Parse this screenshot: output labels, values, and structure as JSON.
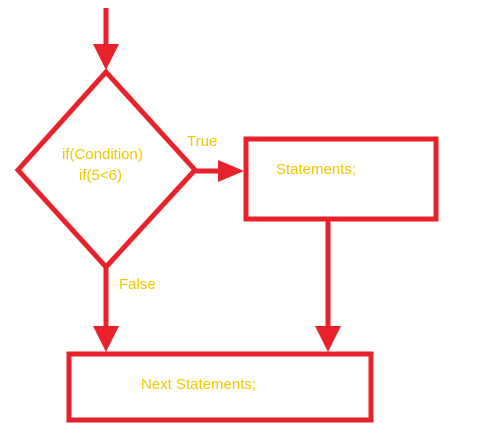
{
  "diagram": {
    "decision_line1": "if(Condition)",
    "decision_line2": "if(5<6)",
    "true_label": "True",
    "false_label": "False",
    "statements": "Statements;",
    "next_statements": "Next Statements;"
  },
  "colors": {
    "stroke": "#e8222a",
    "text": "#f0c800",
    "background": "#ffffff"
  }
}
